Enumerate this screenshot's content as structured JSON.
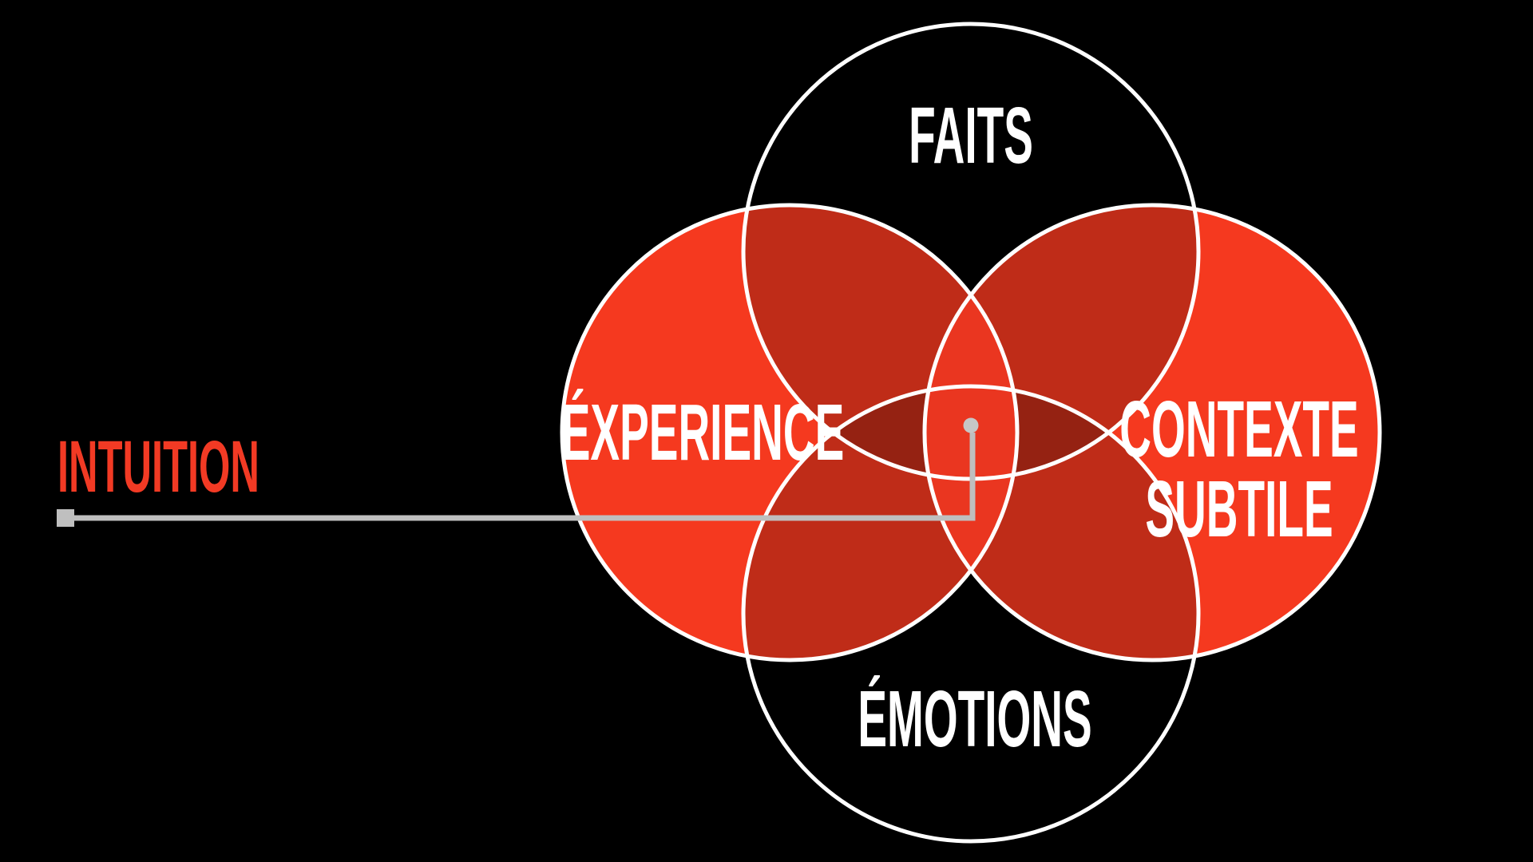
{
  "venn": {
    "circles": {
      "top": {
        "label": "FAITS"
      },
      "left": {
        "label": "ÉXPERIENCE"
      },
      "right": {
        "label_line1": "CONTEXTE",
        "label_line2": "SUBTILE"
      },
      "bottom": {
        "label": "ÉMOTIONS"
      }
    },
    "callout": {
      "label": "INTUITION"
    }
  },
  "colors": {
    "background": "#000000",
    "black_circle": "#000000",
    "circle_red": "#F5391F",
    "overlap_red": "#EA3620",
    "outline_white": "#FFFFFF",
    "label_white": "#FFFFFF",
    "callout_red": "#F23A24",
    "connector_gray": "#BFBFBF",
    "dot_gray": "#C6C6C6"
  }
}
